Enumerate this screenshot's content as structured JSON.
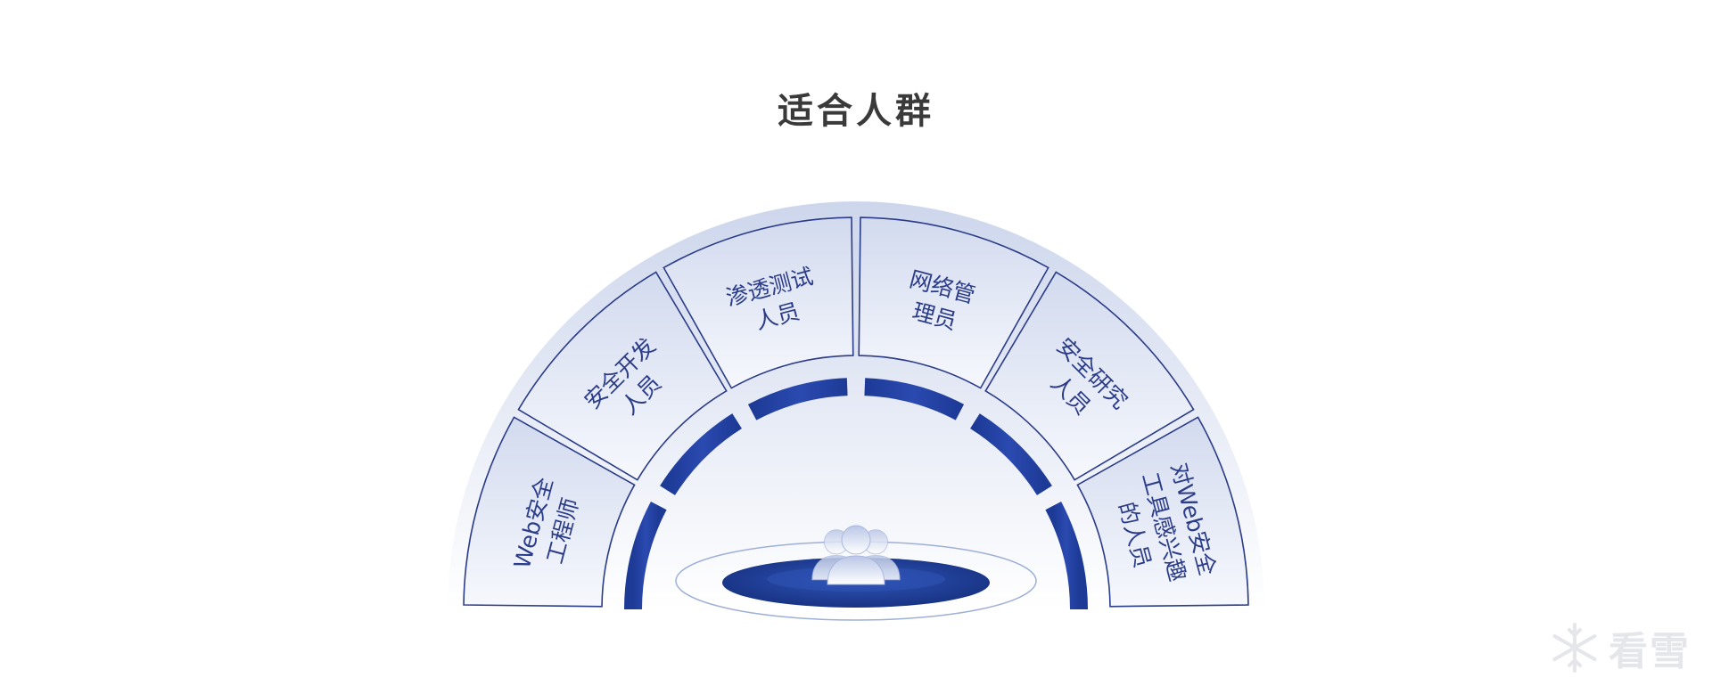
{
  "title": "适合人群",
  "segments": [
    {
      "lines": [
        "Web安全",
        "工程师"
      ]
    },
    {
      "lines": [
        "安全开发",
        "人员"
      ]
    },
    {
      "lines": [
        "渗透测试",
        "人员"
      ]
    },
    {
      "lines": [
        "网络管",
        "理员"
      ]
    },
    {
      "lines": [
        "安全研究",
        "人员"
      ]
    },
    {
      "lines": [
        "对Web安全",
        "工具感兴趣",
        "的人员"
      ]
    }
  ],
  "watermark": "看雪",
  "colors": {
    "title": "#3a3a3a",
    "segment_text": "#2b3c88",
    "segment_border": "#2b3c88",
    "arc_band": "#1f3f9a",
    "platform": "#1d3a96"
  },
  "icons": [
    "people-group-icon",
    "snowflake-icon"
  ]
}
